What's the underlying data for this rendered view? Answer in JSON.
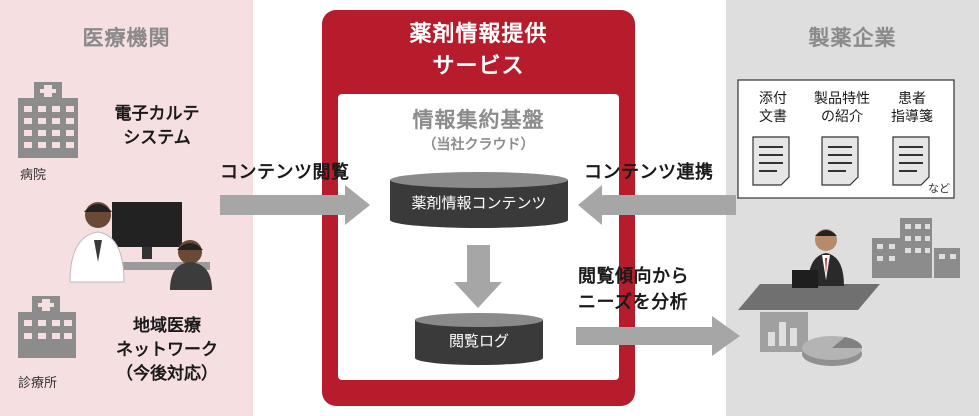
{
  "left_panel": {
    "title": "医療機関",
    "hospital_label": "病院",
    "clinic_label": "診療所",
    "ehr_line1": "電子カルテ",
    "ehr_line2": "システム",
    "network_line1": "地域医療",
    "network_line2": "ネットワーク",
    "network_line3": "（今後対応）"
  },
  "center": {
    "service_line1": "薬剤情報提供",
    "service_line2": "サービス",
    "platform_title": "情報集約基盤",
    "platform_sub": "（当社クラウド）",
    "db_contents": "薬剤情報コンテンツ",
    "db_log": "閲覧ログ"
  },
  "arrows": {
    "browse": "コンテンツ閲覧",
    "link": "コンテンツ連携",
    "analyze_line1": "閲覧傾向から",
    "analyze_line2": "ニーズを分析"
  },
  "right_panel": {
    "title": "製薬企業",
    "doc1_line1": "添付",
    "doc1_line2": "文書",
    "doc2_line1": "製品特性",
    "doc2_line2": "の紹介",
    "doc3_line1": "患者",
    "doc3_line2": "指導箋",
    "etc": "など"
  },
  "colors": {
    "brand_red": "#b71c2c",
    "left_bg": "#f6dfe1",
    "right_bg": "#dedede",
    "arrow_gray": "#a6a6a6",
    "db_dark": "#3a3a3a"
  }
}
